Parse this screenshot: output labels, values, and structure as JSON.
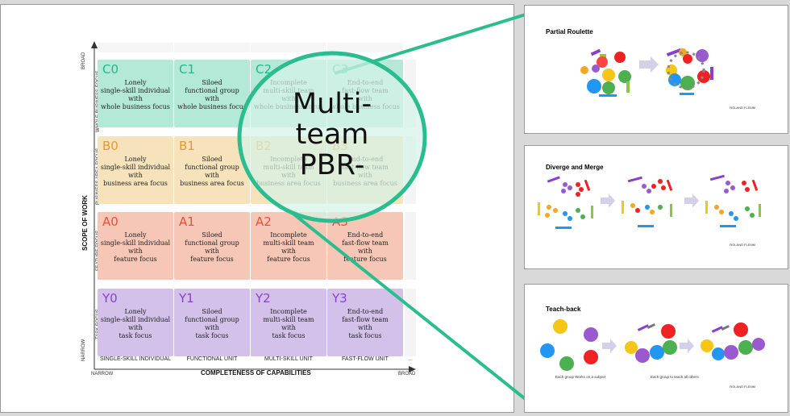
{
  "main": {
    "y_axis_title": "SCOPE OF WORK",
    "x_axis_title": "COMPLETENESS OF CAPABILITIES",
    "y_axis_low": "NARROW",
    "y_axis_high": "BROAD",
    "x_axis_low": "NARROW",
    "x_axis_high": "BROAD",
    "row_labels": [
      "WHOLE BUSINESS FOCUS",
      "BUSINESS AREA FOCUS",
      "FEATURE FOCUS",
      "TASK FOCUS"
    ],
    "column_labels": [
      "SINGLE-SKILL INDIVIDUAL",
      "FUNCTIONAL UNIT",
      "MULTI-SKILL UNIT",
      "FAST-FLOW UNIT"
    ],
    "ellipsis": "...",
    "overlay_text": [
      "Multi-",
      "team",
      "PBR-"
    ],
    "cells": [
      [
        {
          "code": "C0",
          "lines": [
            "Lonely",
            "single-skill individual",
            "with",
            "whole business focus"
          ]
        },
        {
          "code": "C1",
          "lines": [
            "Siloed",
            "functional group",
            "with",
            "whole business focus"
          ]
        },
        {
          "code": "C2",
          "lines": [
            "Incomplete",
            "multi-skill team",
            "with",
            "whole business focus"
          ]
        },
        {
          "code": "C3",
          "lines": [
            "End-to-end",
            "fast-flow team",
            "with",
            "whole business focus"
          ]
        }
      ],
      [
        {
          "code": "B0",
          "lines": [
            "Lonely",
            "single-skill individual",
            "with",
            "business area focus"
          ]
        },
        {
          "code": "B1",
          "lines": [
            "Siloed",
            "functional group",
            "with",
            "business area focus"
          ]
        },
        {
          "code": "B2",
          "lines": [
            "Incomplete",
            "multi-skill team",
            "with",
            "business area focus"
          ]
        },
        {
          "code": "B3",
          "lines": [
            "End-to-end",
            "fast-flow team",
            "with",
            "business area focus"
          ]
        }
      ],
      [
        {
          "code": "A0",
          "lines": [
            "Lonely",
            "single-skill individual",
            "with",
            "feature focus"
          ]
        },
        {
          "code": "A1",
          "lines": [
            "Siloed",
            "functional group",
            "with",
            "feature focus"
          ]
        },
        {
          "code": "A2",
          "lines": [
            "Incomplete",
            "multi-skill team",
            "with",
            "feature focus"
          ]
        },
        {
          "code": "A3",
          "lines": [
            "End-to-end",
            "fast-flow team",
            "with",
            "feature focus"
          ]
        }
      ],
      [
        {
          "code": "Y0",
          "lines": [
            "Lonely",
            "single-skill individual",
            "with",
            "task focus"
          ]
        },
        {
          "code": "Y1",
          "lines": [
            "Siloed",
            "functional group",
            "with",
            "task focus"
          ]
        },
        {
          "code": "Y2",
          "lines": [
            "Incomplete",
            "multi-skill team",
            "with",
            "task focus"
          ]
        },
        {
          "code": "Y3",
          "lines": [
            "End-to-end",
            "fast-flow team",
            "with",
            "task focus"
          ]
        }
      ]
    ]
  },
  "slides": [
    {
      "title": "Partial Roulette",
      "credit": "ROLAND FLEMM"
    },
    {
      "title": "Diverge and Merge",
      "credit": "ROLAND FLEMM"
    },
    {
      "title": "Teach-back",
      "credit": "ROLAND FLEMM",
      "captions": [
        "Each group Works on a subject",
        "Each group to teach all others"
      ]
    }
  ],
  "colors": {
    "accent": "#2bbd8e",
    "c_row": "#b3e9d6",
    "b_row": "#f6e2bb",
    "a_row": "#f6c6b6",
    "y_row": "#d3c1ea"
  }
}
